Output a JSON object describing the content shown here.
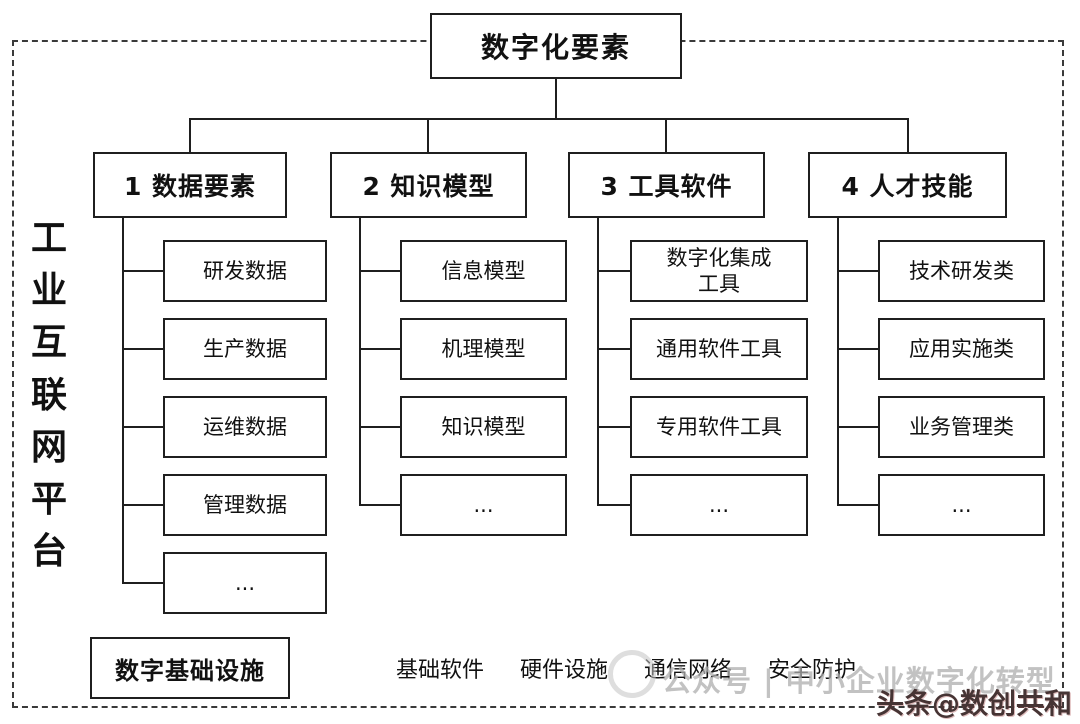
{
  "diagram": {
    "root_label": "数字化要素",
    "platform_label": "工业互联网平台",
    "columns": [
      {
        "label": "1 数据要素",
        "children": [
          "研发数据",
          "生产数据",
          "运维数据",
          "管理数据",
          "..."
        ]
      },
      {
        "label": "2 知识模型",
        "children": [
          "信息模型",
          "机理模型",
          "知识模型",
          "..."
        ]
      },
      {
        "label": "3 工具软件",
        "children": [
          "数字化集成\n工具",
          "通用软件工具",
          "专用软件工具",
          "..."
        ]
      },
      {
        "label": "4 人才技能",
        "children": [
          "技术研发类",
          "应用实施类",
          "业务管理类",
          "..."
        ]
      }
    ],
    "infrastructure": {
      "label": "数字基础设施",
      "items": [
        "基础软件",
        "硬件设施",
        "通信网络",
        "安全防护"
      ]
    },
    "watermark_text": "公众号 | 中小企业数字化转型",
    "credit_text": "头条@数创共和",
    "colors": {
      "ink": "#1f1f1f",
      "frame_dash": "#3a3a3a",
      "watermark": "#aeaeae"
    }
  }
}
